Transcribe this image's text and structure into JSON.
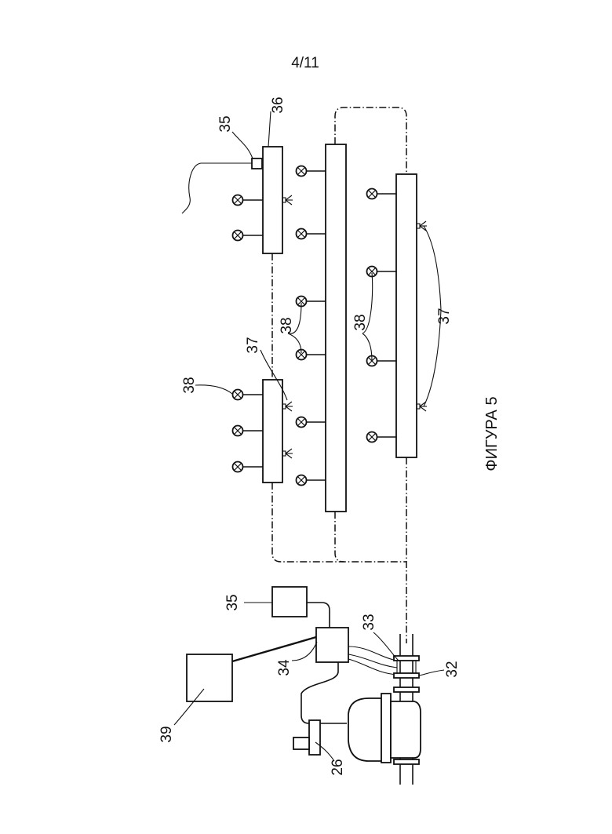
{
  "page_number": "4/11",
  "figure_caption": "ФИГУРА 5",
  "labels": {
    "l26": "26",
    "l32": "32",
    "l33": "33",
    "l34": "34",
    "l35_top": "35",
    "l35_bottom": "35",
    "l36": "36",
    "l37_left": "37",
    "l37_right": "37",
    "l38_left": "38",
    "l38_mid": "38",
    "l38_right": "38",
    "l39": "39"
  }
}
